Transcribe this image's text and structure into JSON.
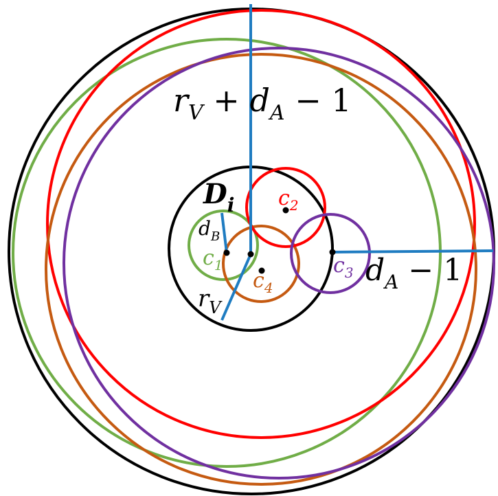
{
  "diagram": {
    "colors": {
      "black": "#000000",
      "blue": "#1f7cc1",
      "green": "#70ad47",
      "red": "#ff0000",
      "orange": "#c55a11",
      "purple": "#7030a0"
    },
    "labels": {
      "outer_radius": {
        "r": "r",
        "r_sub": "V",
        "plus": " + ",
        "d": "d",
        "d_sub": "A",
        "minus_one": " − 1"
      },
      "set": {
        "D": "D",
        "sub": "i"
      },
      "d_B": {
        "d": "d",
        "sub": "B"
      },
      "r_V": {
        "r": "r",
        "sub": "V"
      },
      "d_A_minus": {
        "d": "d",
        "sub": "A",
        "minus_one": " − 1"
      },
      "centers": [
        {
          "c": "c",
          "sub": "1",
          "color": "#70ad47"
        },
        {
          "c": "c",
          "sub": "2",
          "color": "#ff0000"
        },
        {
          "c": "c",
          "sub": "3",
          "color": "#7030a0"
        },
        {
          "c": "c",
          "sub": "4",
          "color": "#c55a11"
        }
      ]
    }
  }
}
